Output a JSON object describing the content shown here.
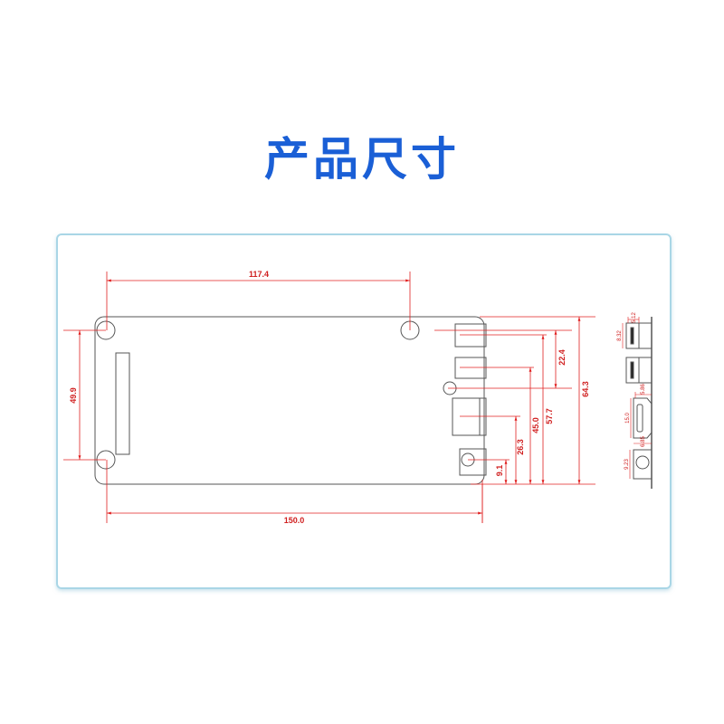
{
  "title": "产品尺寸",
  "colors": {
    "title": "#1a5fd6",
    "dimension": "#e02020",
    "outline": "#444444",
    "panel_border": "#a9d6e6"
  },
  "dimensions": {
    "hole_spacing_x": "117.4",
    "hole_spacing_y": "49.9",
    "board_length": "150.0",
    "board_width": "64.3",
    "d_57_7": "57.7",
    "d_45_0": "45.0",
    "d_26_3": "26.3",
    "d_22_4": "22.4",
    "d_9_1": "9.1"
  },
  "side_dimensions": {
    "usb_height": "8.32",
    "usb_depth": "5.12",
    "hdmi_depth": "5.86",
    "hdmi_height": "15.0",
    "dc_depth": "6.85",
    "dc_height": "9.23"
  }
}
